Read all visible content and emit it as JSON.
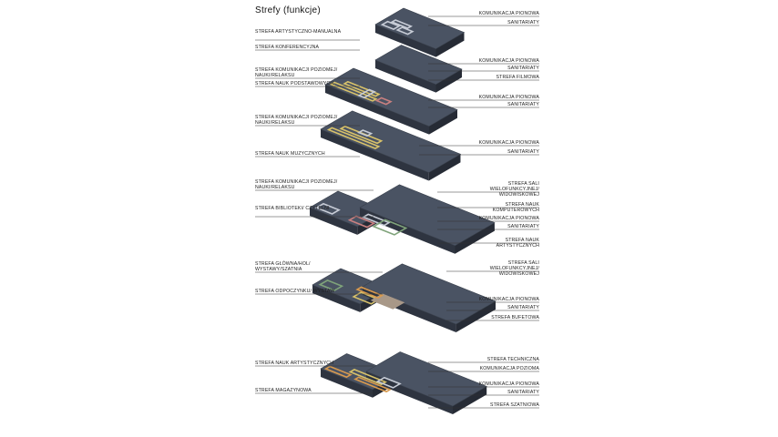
{
  "title": "Strefy (funkcje)",
  "colors": {
    "slab_top": "#4a5363",
    "slab_side": "#2e3440",
    "wall": "#c7ccd6",
    "accent_yellow": "#d8c26a",
    "accent_orange": "#d99a4e",
    "accent_green": "#7fa37a",
    "accent_red": "#c98080",
    "floor_tan": "#a89888",
    "line": "#333333"
  },
  "levels": [
    {
      "left_labels": [
        "Strefa artystyczno-manualna"
      ],
      "right_labels": [
        "Komunikacja pionowa",
        "Sanitariaty"
      ]
    },
    {
      "left_labels": [
        "Strefa konferencyjna",
        "Strefa komunikacji poziomej/ nauki/relaksu",
        "Strefa nauk podstawowych"
      ],
      "right_labels": [
        "Komunikacja pionowa",
        "Sanitariaty",
        "Strefa filmowa",
        "Komunikacja pionowa",
        "Sanitariaty"
      ]
    },
    {
      "left_labels": [
        "Strefa komunikacji poziomej/ nauki/relaksu",
        "Strefa nauk muzycznych"
      ],
      "right_labels": [
        "Komunikacja pionowa",
        "Sanitariaty"
      ]
    },
    {
      "left_labels": [
        "Strefa komunikacji poziomej/ nauki/relaksu",
        "Strefa biblioteki/ czytelni"
      ],
      "right_labels": [
        "Strefa sali wielofunkcyjnej/ widowiskowej",
        "Strefa nauk komputerowych",
        "Komunikacja pionowa",
        "Sanitariaty",
        "Strefa nauk artystycznych"
      ]
    },
    {
      "left_labels": [
        "Strefa główna/hol/ wystawy/szatnia",
        "Strefa odpoczynku/ wystaw"
      ],
      "right_labels": [
        "Strefa sali wielofunkcyjnej/ widowiskowej",
        "Komunikacja pionowa",
        "Sanitariaty",
        "Strefa bufetowa"
      ]
    },
    {
      "left_labels": [
        "Strefa  nauk artystycznych",
        "Strefa magazynowa"
      ],
      "right_labels": [
        "Strefa techniczna",
        "Komunikacja pozioma",
        "Komunikacja pionowa",
        "Sanitariaty",
        "Strefa szatniowa"
      ]
    }
  ]
}
